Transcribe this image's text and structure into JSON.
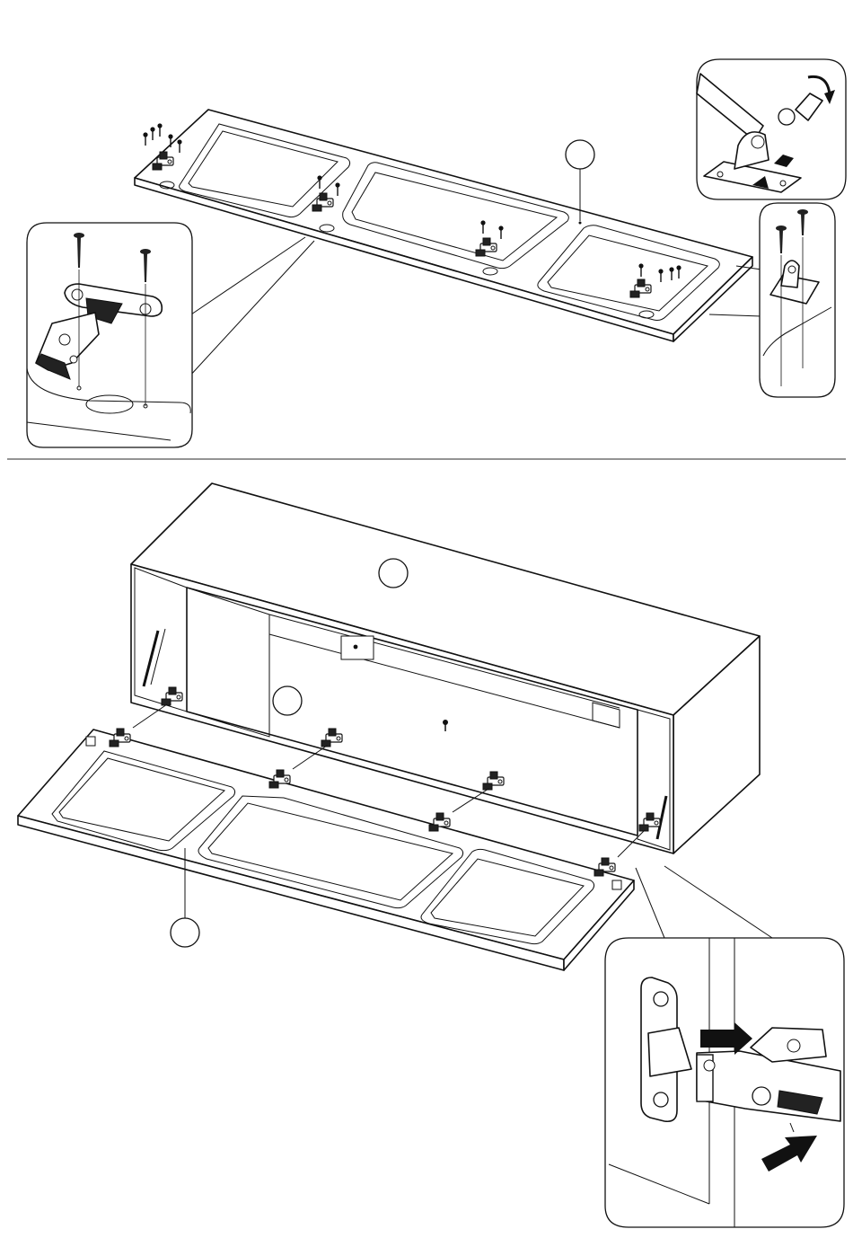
{
  "page": {
    "type": "assembly-instructions",
    "steps": [
      {
        "id": "hinge-and-pivot-mounting",
        "callouts": 3,
        "part_markers": 1
      },
      {
        "id": "door-attachment",
        "callouts": 1,
        "part_markers": 3
      }
    ]
  },
  "icons": {
    "screw": "screw-icon",
    "hinge": "cabinet-hinge-icon",
    "arrow": "arrow-icon",
    "screwdriver": "screwdriver-icon",
    "part_marker": "part-number-circle"
  },
  "colors": {
    "line": "#111111",
    "fill": "#ffffff",
    "hardware_dark": "#222222"
  }
}
